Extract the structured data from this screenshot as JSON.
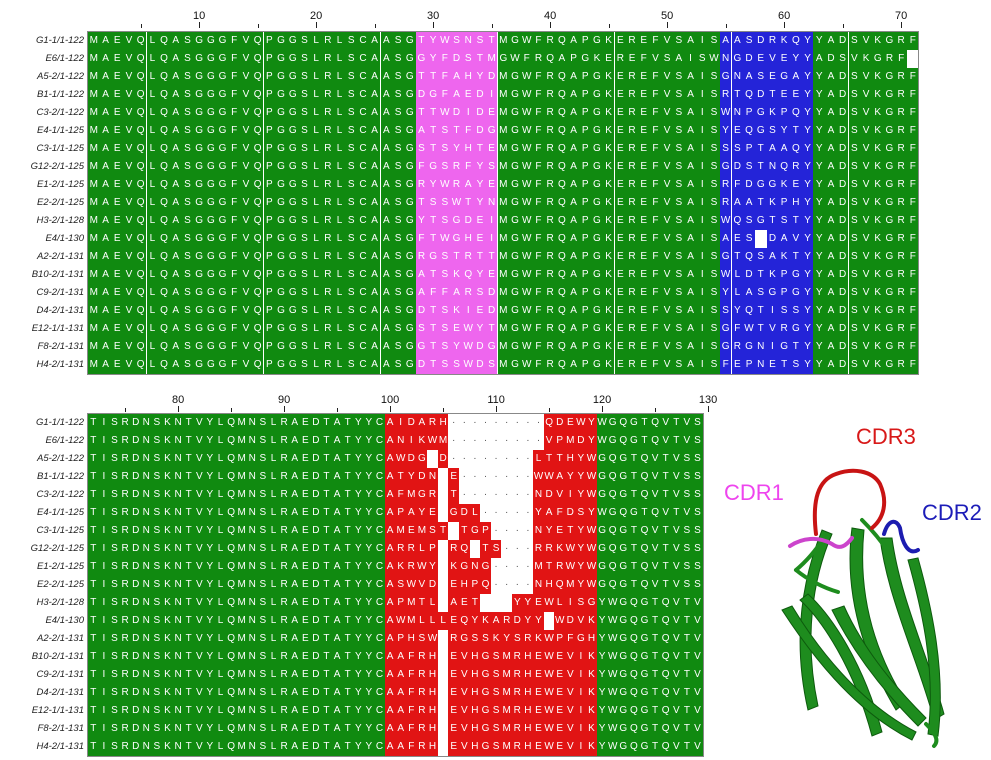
{
  "colors": {
    "framework": "#108a10",
    "cdr1": "#ee66ee",
    "cdr2": "#2424d8",
    "cdr3": "#e11414",
    "gap": "#ffffff",
    "ribbon": "#1e8c1e"
  },
  "panel_top": {
    "start": 1,
    "ruler_labels": [
      "10",
      "20",
      "30",
      "40",
      "50",
      "60",
      "70"
    ],
    "regions": [
      {
        "from": 29,
        "to": 35,
        "color": "cdr1"
      },
      {
        "from": 55,
        "to": 62,
        "color": "cdr2"
      }
    ],
    "rows": [
      {
        "name": "G1-1/1-122",
        "seq": "MAEVQLQASGGGFVQPGGSLRLSCAASGTYWSNSTMGWFRQAPGKEREFVSAISAASDRKQYYADSVKGRF"
      },
      {
        "name": "E6/1-122",
        "seq": "MAEVQLQASGGGFVQPGGSLRLSCAASGGYFDSTMGWFRQAPGKEREFVSAISWNGDEVEYYADSVKGRF"
      },
      {
        "name": "A5-2/1-122",
        "seq": "MAEVQLQASGGGFVQPGGSLRLSCAASGTTFAHYDMGWFRQAPGKEREFVSAISGNASEGAYYADSVKGRF"
      },
      {
        "name": "B1-1/1-122",
        "seq": "MAEVQLQASGGGFVQPGGSLRLSCAASGDGFAEDIMGWFRQAPGKEREFVSAISRTQDTEEYYADSVKGRF"
      },
      {
        "name": "C3-2/1-122",
        "seq": "MAEVQLQASGGGFVQPGGSLRLSCAASGTTWDIDEMGWFRQAPGKEREFVSAISWNPGKPQYYADSVKGRF"
      },
      {
        "name": "E4-1/1-125",
        "seq": "MAEVQLQASGGGFVQPGGSLRLSCAASGATSTFDGMGWFRQAPGKEREFVSAISYEQGSYTYYADSVKGRF"
      },
      {
        "name": "C3-1/1-125",
        "seq": "MAEVQLQASGGGFVQPGGSLRLSCAASGSTSYHTEMGWFRQAPGKEREFVSAISSSPTAAQYYADSVKGRF"
      },
      {
        "name": "G12-2/1-125",
        "seq": "MAEVQLQASGGGFVQPGGSLRLSCAASGFGSRFYSMGWFRQAPGKEREFVSAISGDSTNQRYYADSVKGRF"
      },
      {
        "name": "E1-2/1-125",
        "seq": "MAEVQLQASGGGFVQPGGSLRLSCAASGRYWRAYEMGWFRQAPGKEREFVSAISRFDGGKEYYADSVKGRF"
      },
      {
        "name": "E2-2/1-125",
        "seq": "MAEVQLQASGGGFVQPGGSLRLSCAASGTSSWTYNMGWFRQAPGKEREFVSAISRAATKPHYYADSVKGRF"
      },
      {
        "name": "H3-2/1-128",
        "seq": "MAEVQLQASGGGFVQPGGSLRLSCAASGYTSGDEIMGWFRQAPGKEREFVSAISWQSGTSTYYADSVKGRF"
      },
      {
        "name": "E4/1-130",
        "seq": "MAEVQLQASGGGFVQPGGSLRLSCAASGFTWGHEIMGWFRQAPGKEREFVSAISAES-DAVYYADSVKGRF"
      },
      {
        "name": "A2-2/1-131",
        "seq": "MAEVQLQASGGGFVQPGGSLRLSCAASGRGSTRTTMGWFRQAPGKEREFVSAISGTQSAKTYYADSVKGRF"
      },
      {
        "name": "B10-2/1-131",
        "seq": "MAEVQLQASGGGFVQPGGSLRLSCAASGATSKQYEMGWFRQAPGKEREFVSAISWLDTKPGYYADSVKGRF"
      },
      {
        "name": "C9-2/1-131",
        "seq": "MAEVQLQASGGGFVQPGGSLRLSCAASGAFFARSDMGWFRQAPGKEREFVSAISYLASGPGYYADSVKGRF"
      },
      {
        "name": "D4-2/1-131",
        "seq": "MAEVQLQASGGGFVQPGGSLRLSCAASGDTSKIEDMGWFRQAPGKEREFVSAISSYQTISSYYADSVKGRF"
      },
      {
        "name": "E12-1/1-131",
        "seq": "MAEVQLQASGGGFVQPGGSLRLSCAASGSTSEWYTMGWFRQAPGKEREFVSAISGFWTVRGYYADSVKGRF"
      },
      {
        "name": "F8-2/1-131",
        "seq": "MAEVQLQASGGGFVQPGGSLRLSCAASGGTSYWDGMGWFRQAPGKEREFVSAISGRGNIGTYYADSVKGRF"
      },
      {
        "name": "H4-2/1-131",
        "seq": "MAEVQLQASGGGFVQPGGSLRLSCAASGDTSSWDSMGWFRQAPGKEREFVSAISFEPNETSYYADSVKGRF"
      }
    ]
  },
  "panel_bottom": {
    "start": 72,
    "ruler_labels": [
      "80",
      "90",
      "100",
      "110",
      "120",
      "130"
    ],
    "regions": [
      {
        "from": 100,
        "to": 119,
        "color": "cdr3"
      }
    ],
    "rows": [
      {
        "name": "G1-1/1-122",
        "seq": "TISRDNSKNTVYLQMNSLRAEDTATYYCAIDARH.........QDEWYWGQGTQVTVSSA"
      },
      {
        "name": "E6/1-122",
        "seq": "TISRDNSKNTVYLQMNSLRAEDTATYYCANIKWM.........VPMDYWGQGTQVTVSSA"
      },
      {
        "name": "A5-2/1-122",
        "seq": "TISRDNSKNTVYLQMNSLRAEDTATYYCAWDG-D........LTTHYWGQGTQVTVSSA"
      },
      {
        "name": "B1-1/1-122",
        "seq": "TISRDNSKNTVYLQMNSLRAEDTATYYCATYDN-E.......WWAYYWGQGTQVTVSSA"
      },
      {
        "name": "C3-2/1-122",
        "seq": "TISRDNSKNTVYLQMNSLRAEDTATYYCAFMGR-T.......NDVIYWGQGTQVTVSSA"
      },
      {
        "name": "E4-1/1-125",
        "seq": "TISRDNSKNTVYLQMNSLRAEDTATYYCAPAYE-GDL.....YAFDSYWGQGTQVTVSSA"
      },
      {
        "name": "C3-1/1-125",
        "seq": "TISRDNSKNTVYLQMNSLRAEDTATYYCAMEMST-TGP....NYETYWGQGTQVTVSSA"
      },
      {
        "name": "G12-2/1-125",
        "seq": "TISRDNSKNTVYLQMNSLRAEDTATYYCARRLP-RQ-TS...RRKWYWGQGTQVTVSSA"
      },
      {
        "name": "E1-2/1-125",
        "seq": "TISRDNSKNTVYLQMNSLRAEDTATYYCAKRWY-KGNG....MTRWYWGQGTQVTVSSA"
      },
      {
        "name": "E2-2/1-125",
        "seq": "TISRDNSKNTVYLQMNSLRAEDTATYYCASWVD-EHPQ....NHQMYWGQGTQVTVSSA"
      },
      {
        "name": "H3-2/1-128",
        "seq": "TISRDNSKNTVYLQMNSLRAEDTATYYCAPMTL-AET---YYEWLISGYWGQGTQVTVSSA"
      },
      {
        "name": "E4/1-130",
        "seq": "TISRDNSKNTVYLQMNSLRAEDTATYYCAWMLLLEQYKARDYY-WDVKYWGQGTQVTVSSA"
      },
      {
        "name": "A2-2/1-131",
        "seq": "TISRDNSKNTVYLQMNSLRAEDTATYYCAPHSW-RGSSKYSRKWPFGHYWGQGTQVTVSSA"
      },
      {
        "name": "B10-2/1-131",
        "seq": "TISRDNSKNTVYLQMNSLRAEDTATYYCAAFRH-EVHGSMRHEWEVIKYWGQGTQVTVSSA"
      },
      {
        "name": "C9-2/1-131",
        "seq": "TISRDNSKNTVYLQMNSLRAEDTATYYCAAFRH-EVHGSMRHEWEVIKYWGQGTQVTVSSA"
      },
      {
        "name": "D4-2/1-131",
        "seq": "TISRDNSKNTVYLQMNSLRAEDTATYYCAAFRH-EVHGSMRHEWEVIKYWGQGTQVTVSSA"
      },
      {
        "name": "E12-1/1-131",
        "seq": "TISRDNSKNTVYLQMNSLRAEDTATYYCAAFRH-EVHGSMRHEWEVIKYWGQGTQVTVSSA"
      },
      {
        "name": "F8-2/1-131",
        "seq": "TISRDNSKNTVYLQMNSLRAEDTATYYCAAFRH-EVHGSMRHEWEVIKYWGQGTQVTVSSA"
      },
      {
        "name": "H4-2/1-131",
        "seq": "TISRDNSKNTVYLQMNSLRAEDTATYYCAAFRH-EVHGSMRHEWEVIKYWGQGTQVTVSSA"
      }
    ]
  },
  "structure": {
    "labels": {
      "cdr1": "CDR1",
      "cdr2": "CDR2",
      "cdr3": "CDR3"
    }
  }
}
